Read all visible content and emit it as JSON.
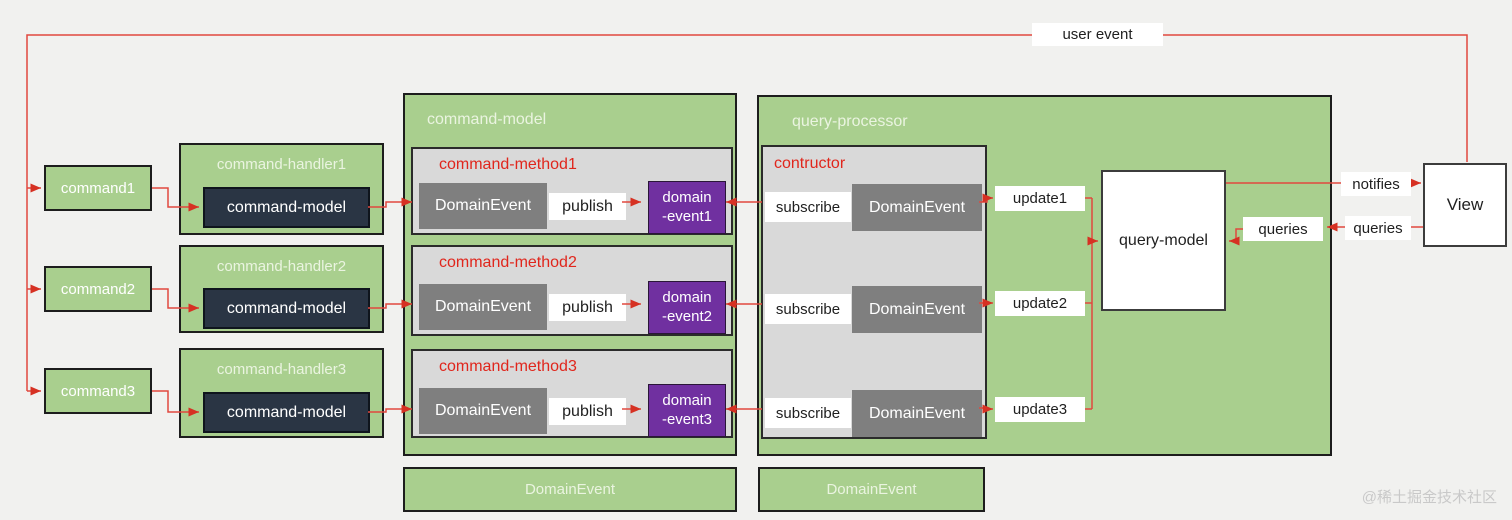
{
  "diagram": {
    "user_event": "user event",
    "watermark": "@稀土掘金技术社区"
  },
  "commands": [
    {
      "label": "command1"
    },
    {
      "label": "command2"
    },
    {
      "label": "command3"
    }
  ],
  "handlers": [
    {
      "title": "command-handler1",
      "model": "command-model"
    },
    {
      "title": "command-handler2",
      "model": "command-model"
    },
    {
      "title": "command-handler3",
      "model": "command-model"
    }
  ],
  "command_model": {
    "title": "command-model",
    "methods": [
      {
        "title": "command-method1",
        "domain_event": "DomainEvent",
        "publish": "publish",
        "event_top": "domain",
        "event_bottom": "-event1"
      },
      {
        "title": "command-method2",
        "domain_event": "DomainEvent",
        "publish": "publish",
        "event_top": "domain",
        "event_bottom": "-event2"
      },
      {
        "title": "command-method3",
        "domain_event": "DomainEvent",
        "publish": "publish",
        "event_top": "domain",
        "event_bottom": "-event3"
      }
    ],
    "footer_event": "DomainEvent"
  },
  "query_processor": {
    "title": "query-processor",
    "constructor_title": "contructor",
    "rows": [
      {
        "subscribe": "subscribe",
        "domain_event": "DomainEvent",
        "update": "update1"
      },
      {
        "subscribe": "subscribe",
        "domain_event": "DomainEvent",
        "update": "update2"
      },
      {
        "subscribe": "subscribe",
        "domain_event": "DomainEvent",
        "update": "update3"
      }
    ],
    "query_model": "query-model",
    "queries_label": "queries",
    "footer_event": "DomainEvent"
  },
  "view": {
    "label": "View",
    "notifies": "notifies",
    "queries": "queries"
  },
  "colors": {
    "green": "#a9cf8e",
    "dark_navy": "#2a3544",
    "purple": "#7030a0",
    "gray_panel": "#d9d9d9",
    "gray_event": "#7f7f7f",
    "wire_red": "#e1483e"
  }
}
